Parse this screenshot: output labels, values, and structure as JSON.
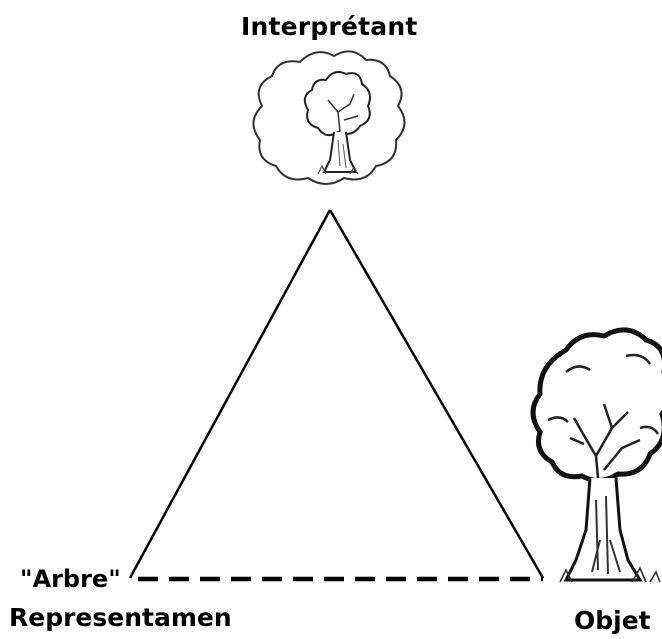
{
  "diagram": {
    "nodes": {
      "interpretant": {
        "label": "Interprétant",
        "icon": "thought-bubble-tree-icon"
      },
      "representamen": {
        "label": "Representamen",
        "sign_word": "\"Arbre\""
      },
      "object": {
        "label": "Objet",
        "icon": "tree-icon"
      }
    },
    "edges": [
      {
        "from": "representamen",
        "to": "interpretant",
        "style": "solid"
      },
      {
        "from": "interpretant",
        "to": "object",
        "style": "solid"
      },
      {
        "from": "representamen",
        "to": "object",
        "style": "dashed"
      }
    ],
    "colors": {
      "stroke": "#000000",
      "background": "#ffffff"
    }
  }
}
